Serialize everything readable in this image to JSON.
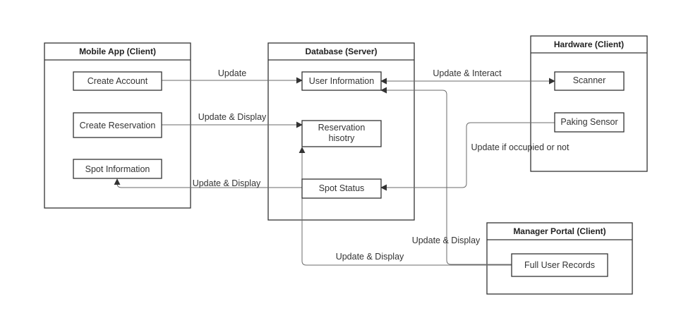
{
  "containers": {
    "mobile_app": "Mobile App (Client)",
    "database": "Database (Server)",
    "hardware": "Hardware (Client)",
    "manager_portal": "Manager Portal (Client)"
  },
  "nodes": {
    "create_account": "Create Account",
    "create_reservation": "Create Reservation",
    "spot_information": "Spot Information",
    "user_information": "User Information",
    "reservation_history_line1": "Reservation",
    "reservation_history_line2": "hisotry",
    "spot_status": "Spot Status",
    "scanner": "Scanner",
    "parking_sensor": "Paking Sensor",
    "full_user_records": "Full User Records"
  },
  "edges": {
    "account_to_user": "Update",
    "reservation_to_history": "Update & Display",
    "status_to_spot_info": "Update & Display",
    "user_scanner": "Update & Interact",
    "sensor_to_status": "Update if occupied or not",
    "records_to_user": "Update & Display",
    "records_to_history": "Update & Display"
  },
  "colors": {
    "stroke": "#333333",
    "edge": "#6b6b6b",
    "background": "#ffffff"
  }
}
